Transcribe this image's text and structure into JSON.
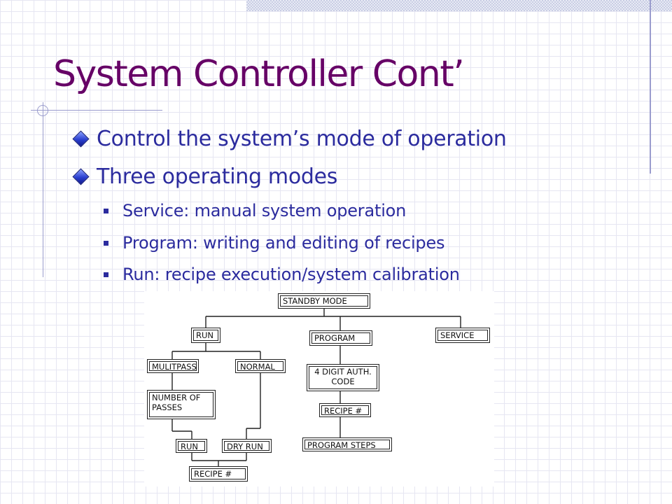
{
  "slide": {
    "title": "System Controller Cont’",
    "bullets": [
      "Control the system’s mode of operation",
      "Three operating modes"
    ],
    "sub_bullets": [
      "Service: manual system operation",
      "Program: writing and editing of recipes",
      "Run: recipe execution/system calibration"
    ]
  },
  "flowchart": {
    "standby": "STANDBY MODE",
    "run": "RUN",
    "program": "PROGRAM",
    "service": "SERVICE",
    "multipass": "MULITPASS",
    "normal": "NORMAL",
    "passes_line1": "NUMBER OF",
    "passes_line2": "PASSES",
    "auth_line1": "4 DIGIT AUTH.",
    "auth_line2": "CODE",
    "prog_recipe": "RECIPE #",
    "program_steps": "PROGRAM STEPS",
    "run_bottom": "RUN",
    "dry_run": "DRY RUN",
    "run_recipe": "RECIPE #"
  },
  "colors": {
    "title": "#660066",
    "text": "#2b2b9e",
    "decor": "#9a9ccd"
  }
}
